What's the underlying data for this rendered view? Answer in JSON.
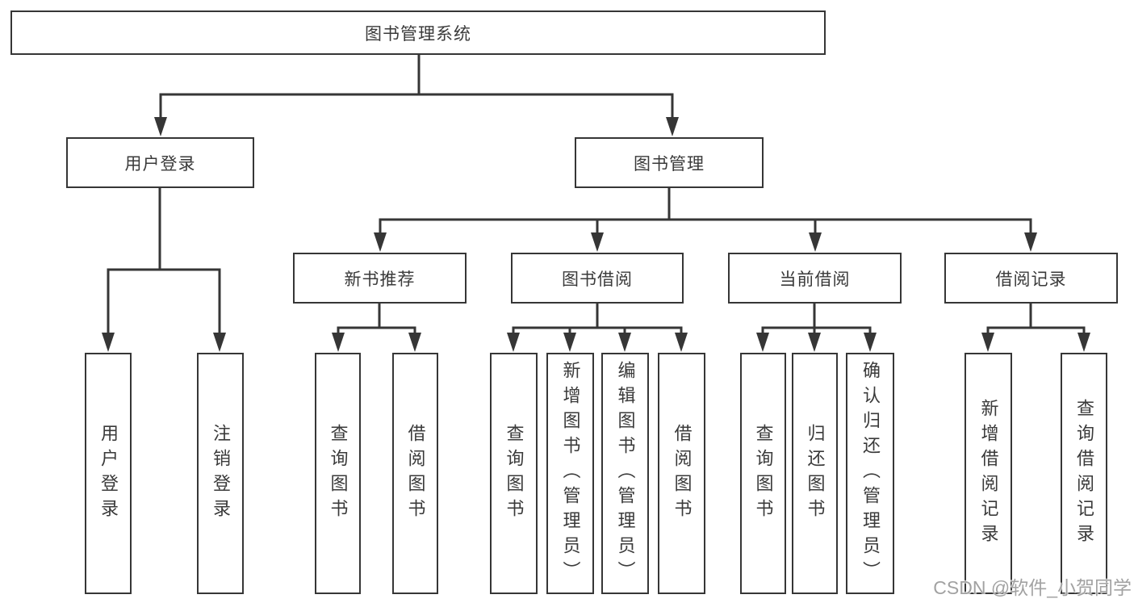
{
  "tree": {
    "label": "图书管理系统",
    "children": [
      {
        "label": "用户登录",
        "children": [
          {
            "label": "用户登录"
          },
          {
            "label": "注销登录"
          }
        ]
      },
      {
        "label": "图书管理",
        "children": [
          {
            "label": "新书推荐",
            "children": [
              {
                "label": "查询图书"
              },
              {
                "label": "借阅图书"
              }
            ]
          },
          {
            "label": "图书借阅",
            "children": [
              {
                "label": "查询图书"
              },
              {
                "label": "新增图书（管理员）"
              },
              {
                "label": "编辑图书（管理员）"
              },
              {
                "label": "借阅图书"
              }
            ]
          },
          {
            "label": "当前借阅",
            "children": [
              {
                "label": "查询图书"
              },
              {
                "label": "归还图书"
              },
              {
                "label": "确认归还（管理员）"
              }
            ]
          },
          {
            "label": "借阅记录",
            "children": [
              {
                "label": "新增借阅记录"
              },
              {
                "label": "查询借阅记录"
              }
            ]
          }
        ]
      }
    ]
  },
  "watermark": "CSDN @软件_小贺同学",
  "colors": {
    "line": "#363636",
    "text": "#3a3a3a",
    "background": "#ffffff",
    "watermark": "#a2a2a2"
  }
}
